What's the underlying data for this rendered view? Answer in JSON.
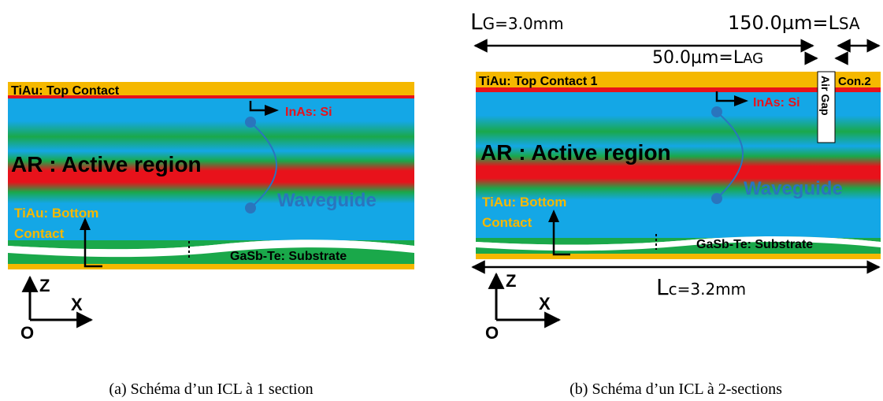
{
  "colors": {
    "gold": "#f5b800",
    "red": "#e8121b",
    "blue": "#14a7e6",
    "green": "#1aa84a",
    "waveguide": "#2a75bd",
    "black": "#000000"
  },
  "panel_a": {
    "top_contact": "TiAu: Top Contact",
    "doping": "InAs: Si",
    "active_region": "AR : Active region",
    "waveguide": "Waveguide",
    "bottom_contact_line1": "TiAu: Bottom",
    "bottom_contact_line2": "Contact",
    "substrate": "GaSb-Te: Substrate",
    "axis_z": "Z",
    "axis_x": "X",
    "origin": "O",
    "caption": "(a) Schéma d’un ICL à 1 section"
  },
  "panel_b": {
    "top_contact": "TiAu: Top Contact 1",
    "contact2": "Con.2",
    "air_gap": "Air Gap",
    "doping": "InAs: Si",
    "active_region": "AR : Active region",
    "waveguide": "Waveguide",
    "bottom_contact_line1": "TiAu: Bottom",
    "bottom_contact_line2": "Contact",
    "substrate": "GaSb-Te: Substrate",
    "dims": {
      "lg_main": "L",
      "lg_sub": "G=3.0mm",
      "lsa_pre": "150.0µm=L",
      "lsa_sub": "SA",
      "lag_pre": "50.0µm=L",
      "lag_sub": "AG",
      "lc_main": "L",
      "lc_sub": "c=3.2mm"
    },
    "axis_z": "Z",
    "axis_x": "X",
    "origin": "O",
    "caption": "(b) Schéma d’un ICL à 2-sections"
  }
}
